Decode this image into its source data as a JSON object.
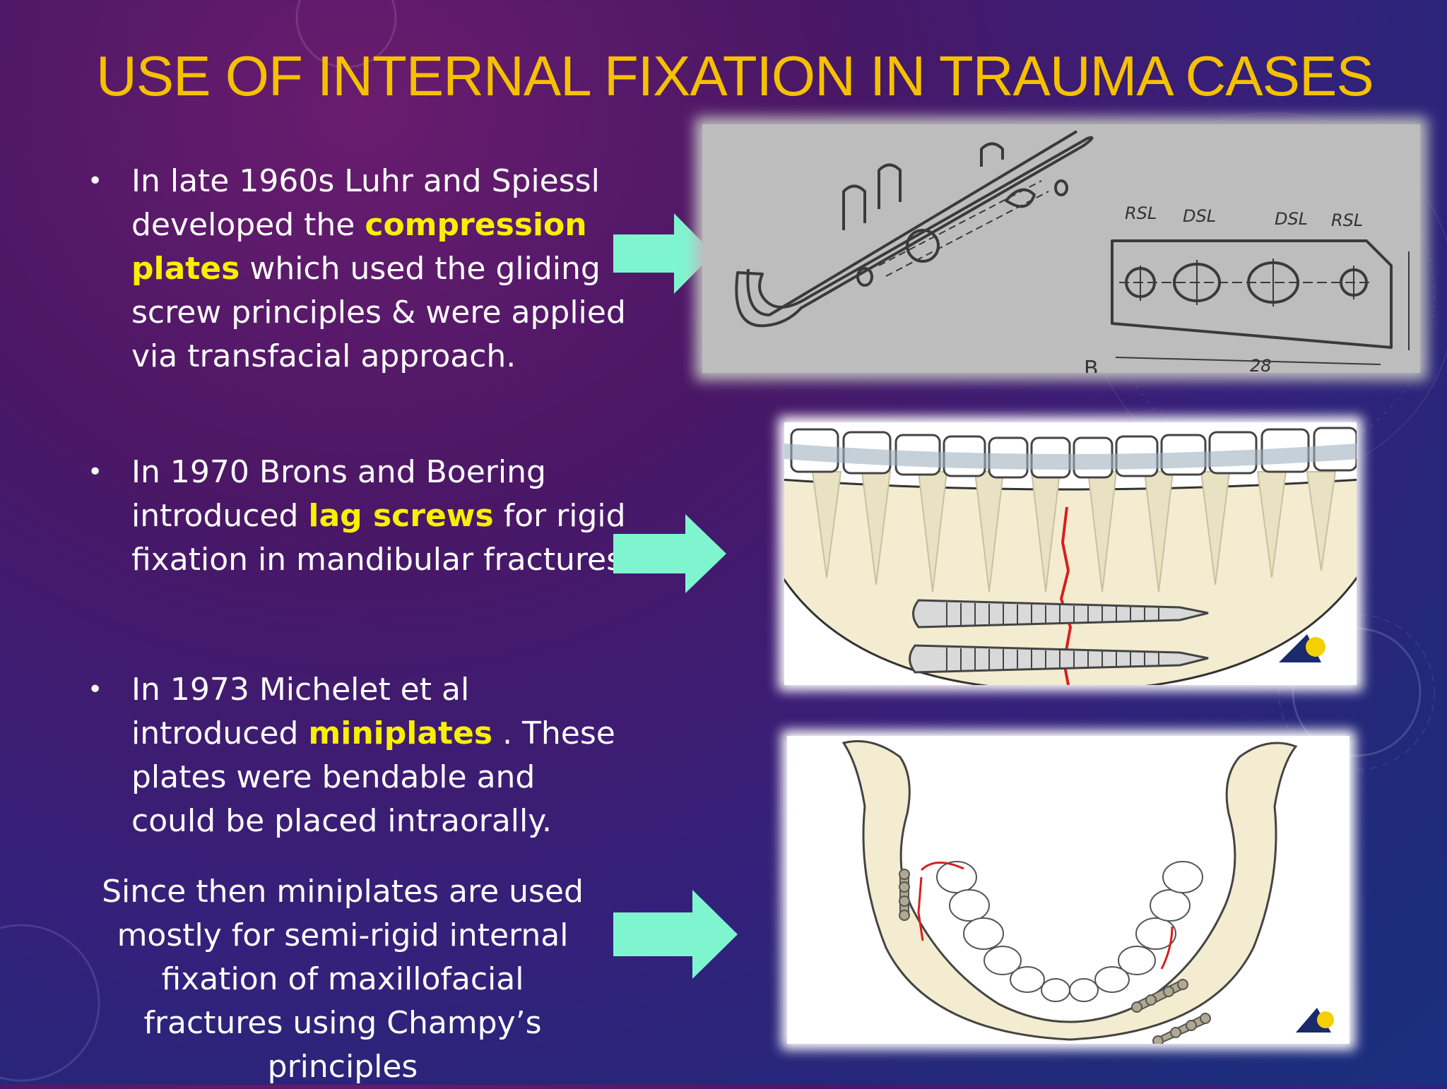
{
  "title": "USE OF INTERNAL FIXATION IN TRAUMA CASES",
  "bullets": [
    {
      "pre": "In late 1960s Luhr and Spiessl developed the ",
      "highlight": "compression plates",
      "post": " which used the gliding screw principles & were applied via transfacial approach."
    },
    {
      "pre": "In 1970 Brons and Boering introduced ",
      "highlight": "lag screws",
      "post": " for rigid fixation in mandibular fractures"
    },
    {
      "pre": "In 1973 Michelet et al introduced ",
      "highlight": "miniplates",
      "post": " . These plates were bendable and could be placed intraorally."
    }
  ],
  "summary": "Since then miniplates are used mostly for semi-rigid internal fixation of maxillofacial fractures using Champy’s principles",
  "diagram_labels": {
    "rsl_left": "RSL",
    "dsl_left": "DSL",
    "dsl_right": "DSL",
    "rsl_right": "RSL",
    "dimension": "28",
    "section_mark": "B"
  },
  "colors": {
    "title": "#f5c000",
    "highlight": "#f8f000",
    "arrow": "#7ff5cf"
  }
}
